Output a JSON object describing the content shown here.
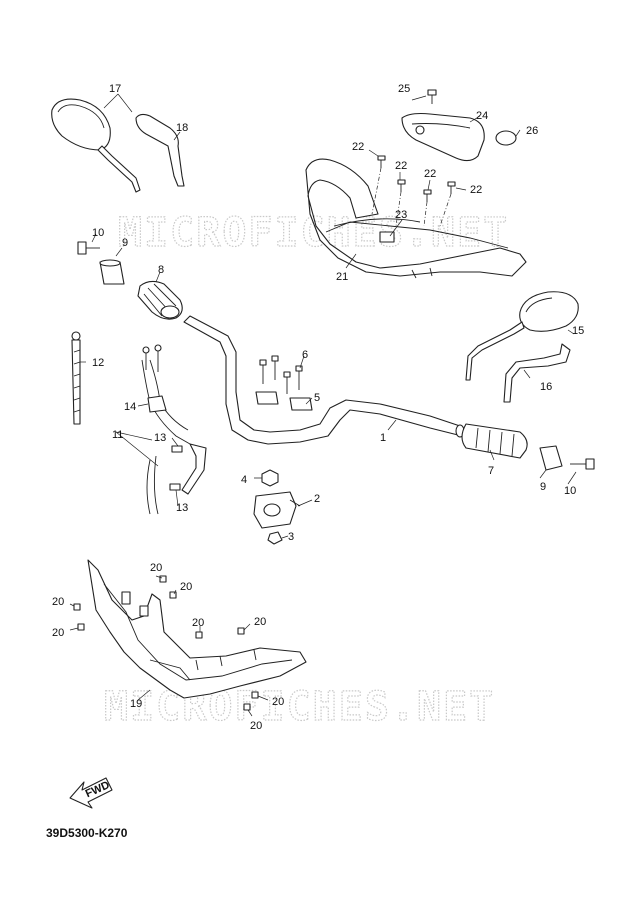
{
  "diagram": {
    "watermark": "MICROFICHES.NET",
    "reference_code": "39D5300-K270",
    "fwd_label": "FWD",
    "callouts": {
      "c1": "1",
      "c2": "2",
      "c3": "3",
      "c4": "4",
      "c5": "5",
      "c6": "6",
      "c7": "7",
      "c8": "8",
      "c9a": "9",
      "c9b": "9",
      "c10a": "10",
      "c10b": "10",
      "c11": "11",
      "c12": "12",
      "c13a": "13",
      "c13b": "13",
      "c14": "14",
      "c15": "15",
      "c16": "16",
      "c17": "17",
      "c18": "18",
      "c19": "19",
      "c20a": "20",
      "c20b": "20",
      "c20c": "20",
      "c20d": "20",
      "c20e": "20",
      "c20f": "20",
      "c20g": "20",
      "c20h": "20",
      "c21": "21",
      "c22a": "22",
      "c22b": "22",
      "c22c": "22",
      "c22d": "22",
      "c23": "23",
      "c24": "24",
      "c25": "25",
      "c26": "26"
    }
  }
}
